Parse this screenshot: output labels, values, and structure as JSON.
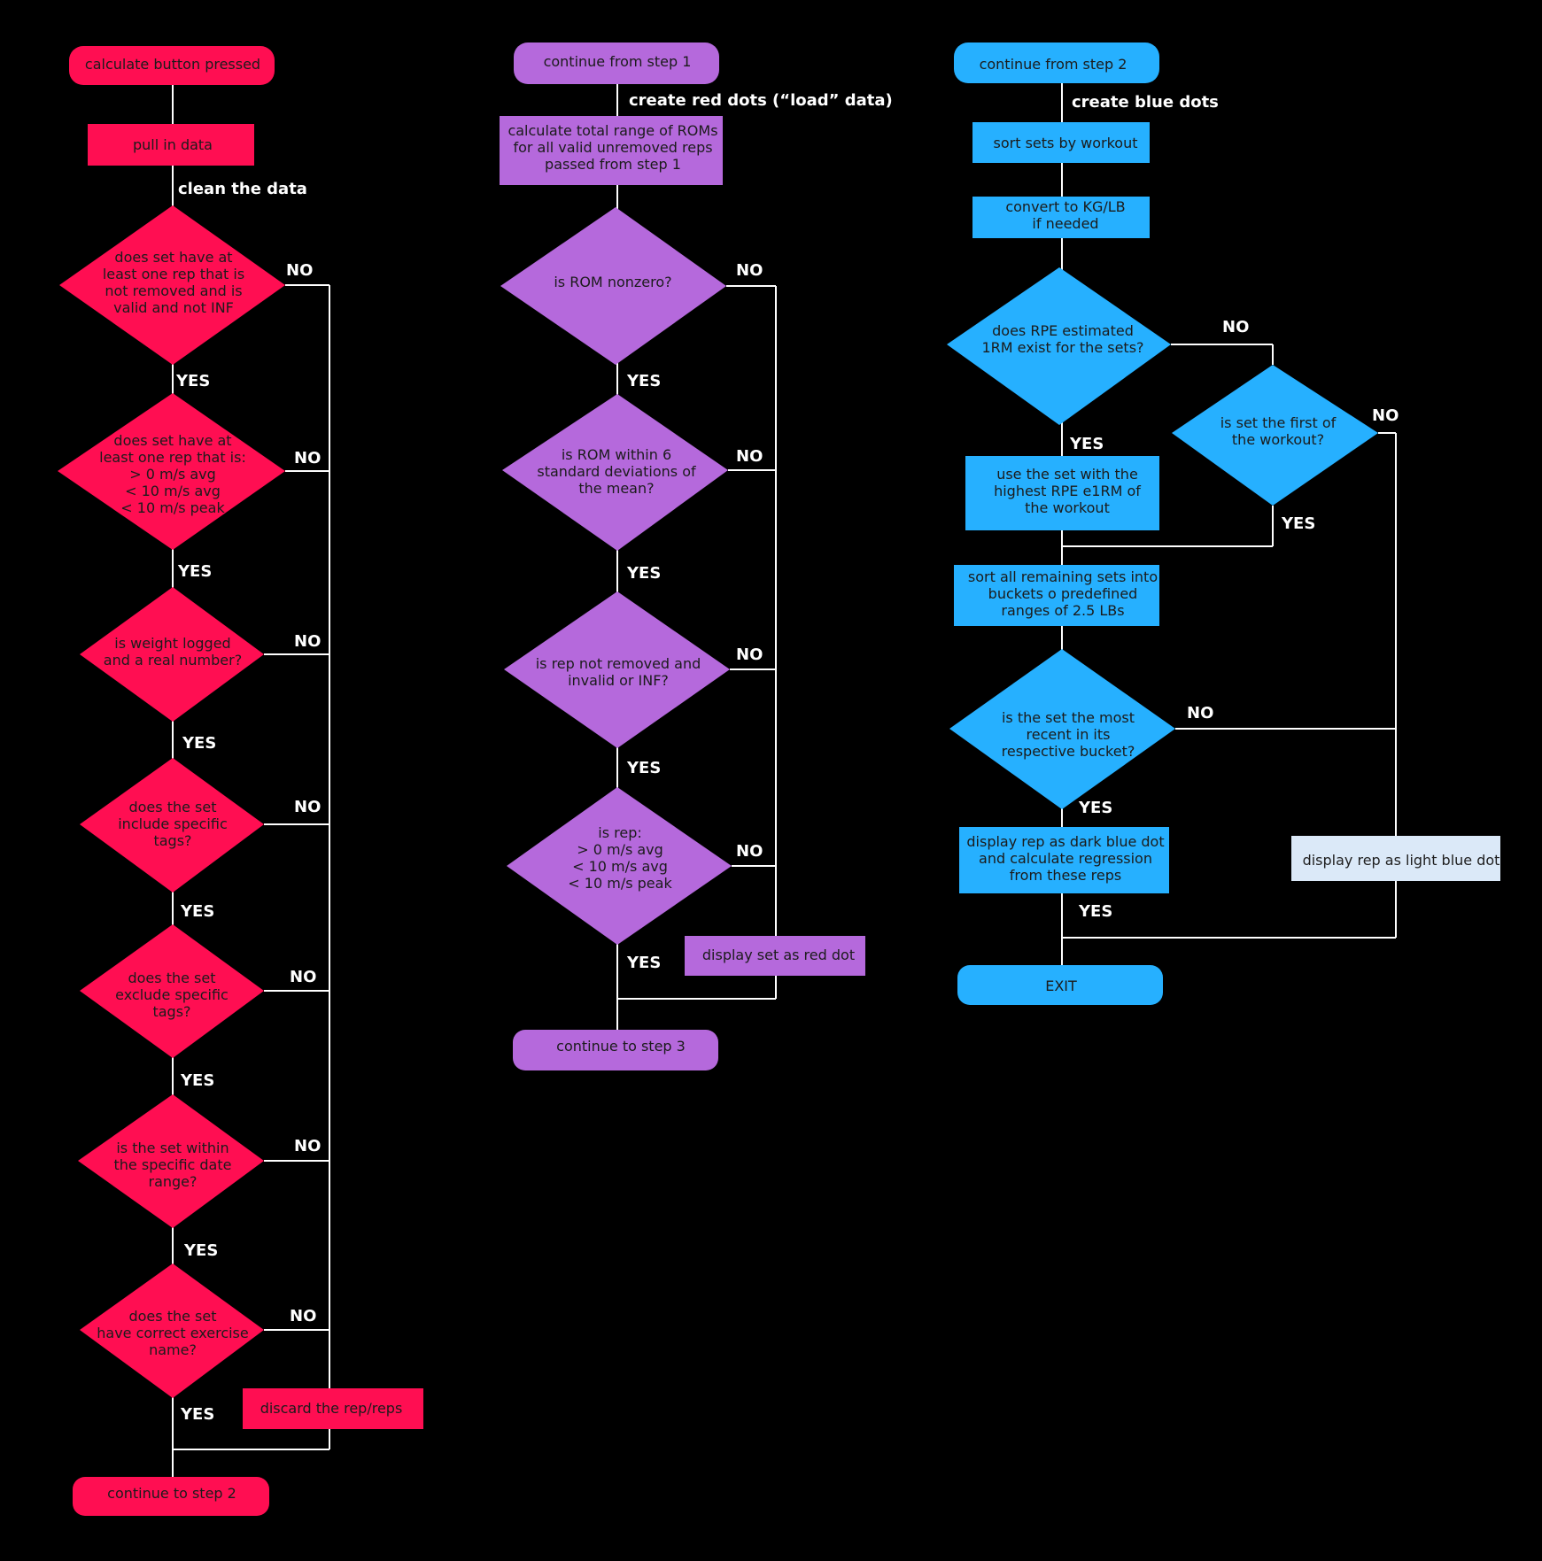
{
  "colors": {
    "background": "#000000",
    "red": "#ff0e52",
    "purple": "#b569dc",
    "blue": "#26b0ff",
    "light_blue": "#dbe9f8",
    "line": "#ffffff"
  },
  "headers": {
    "clean": "clean the data",
    "red": "create red dots (“load” data)",
    "blue": "create blue dots"
  },
  "step1": {
    "start": "calculate button pressed",
    "pull": "pull in data",
    "d1": [
      "does set have at",
      "least one rep that is",
      "not removed and is",
      "valid and not INF"
    ],
    "d2": [
      "does set have at",
      "least one rep that is:",
      "> 0 m/s avg",
      "< 10 m/s avg",
      "< 10 m/s peak"
    ],
    "d3": [
      "is weight logged",
      "and a real number?"
    ],
    "d4": [
      "does the set",
      "include specific",
      "tags?"
    ],
    "d5": [
      "does the set",
      "exclude specific",
      "tags?"
    ],
    "d6": [
      "is the set within",
      "the specific date",
      "range?"
    ],
    "d7": [
      "does the set",
      "have correct exercise",
      "name?"
    ],
    "discard": "discard the rep/reps",
    "end": "continue to step 2"
  },
  "step2": {
    "start": "continue from step 1",
    "calc": [
      "calculate total range of ROMs",
      "for all valid unremoved reps",
      "passed from step 1"
    ],
    "d1": [
      "is ROM nonzero?"
    ],
    "d2": [
      "is ROM within 6",
      "standard deviations of",
      "the mean?"
    ],
    "d3": [
      "is rep not removed and",
      "invalid or INF?"
    ],
    "d4": [
      "is rep:",
      "> 0 m/s avg",
      "< 10 m/s avg",
      "< 10 m/s peak"
    ],
    "red_dot": "display set as red dot",
    "end": "continue to step 3"
  },
  "step3": {
    "start": "continue from step 2",
    "sort": "sort sets by workout",
    "convert": [
      "convert to KG/LB",
      "if needed"
    ],
    "d1": [
      "does RPE estimated",
      "1RM exist for the sets?"
    ],
    "use": [
      "use the set with the",
      "highest RPE e1RM of",
      "the workout"
    ],
    "d2": [
      "is set the first of",
      "the workout?"
    ],
    "buckets": [
      "sort all remaining sets into",
      "buckets o predefined",
      "ranges of 2.5 LBs"
    ],
    "d3": [
      "is the set the most",
      "recent in its",
      "respective bucket?"
    ],
    "dark": [
      "display rep as dark blue dot",
      "and calculate regression",
      "from these reps"
    ],
    "light": "display rep as light blue dot",
    "exit": "EXIT"
  },
  "labels": {
    "yes": "YES",
    "no": "NO"
  }
}
